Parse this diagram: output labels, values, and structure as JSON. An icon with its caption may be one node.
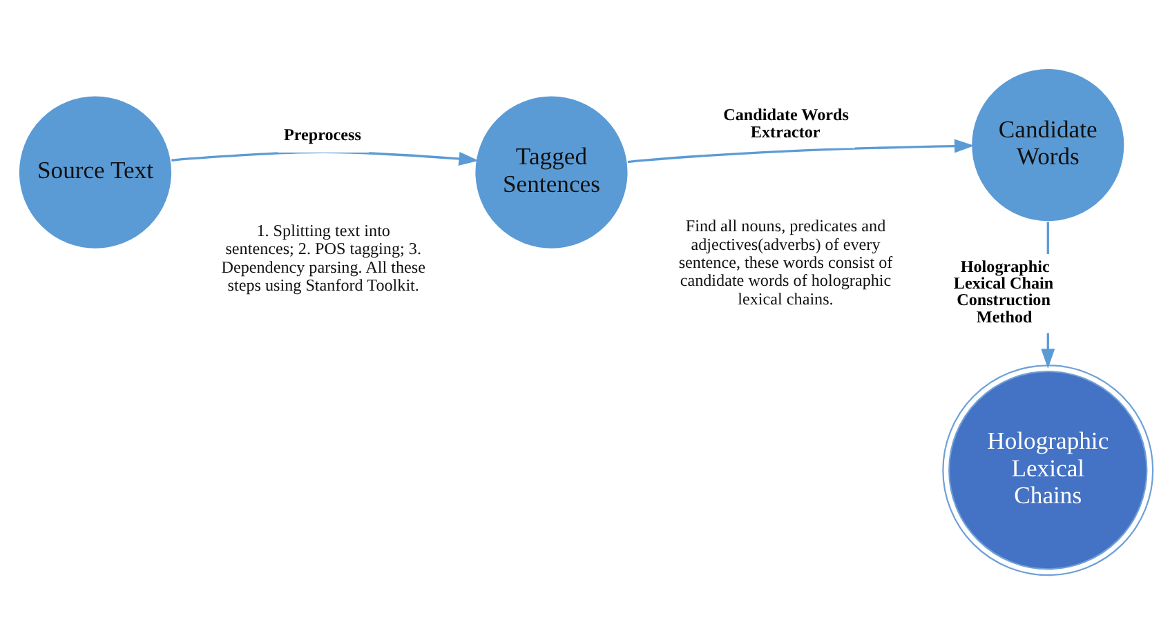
{
  "diagram": {
    "nodes": [
      {
        "text": [
          "Source Text"
        ]
      },
      {
        "text": [
          "Tagged Sentences"
        ]
      },
      {
        "text": [
          "Candidate Words"
        ]
      },
      {
        "text": [
          "Holographic Lexical Chains"
        ]
      }
    ],
    "edges": [
      {
        "from": 0,
        "to": 1,
        "arrow": "to",
        "label": "Preprocess"
      },
      {
        "from": 1,
        "to": 2,
        "arrow": "to",
        "label": "Candidate Words Extractor"
      },
      {
        "from": 2,
        "to": 3,
        "arrow": "to",
        "label": "Holographic Lexical Chain Construction Method"
      }
    ],
    "labels": [
      "1. Splitting text into sentences; 2. POS tagging; 3. Dependency parsing. All these steps using Stanford Toolkit.",
      "Find all nouns, predicates and adjectives(adverbs) of every sentence, these words consist of candidate words of holographic lexical chains."
    ]
  }
}
